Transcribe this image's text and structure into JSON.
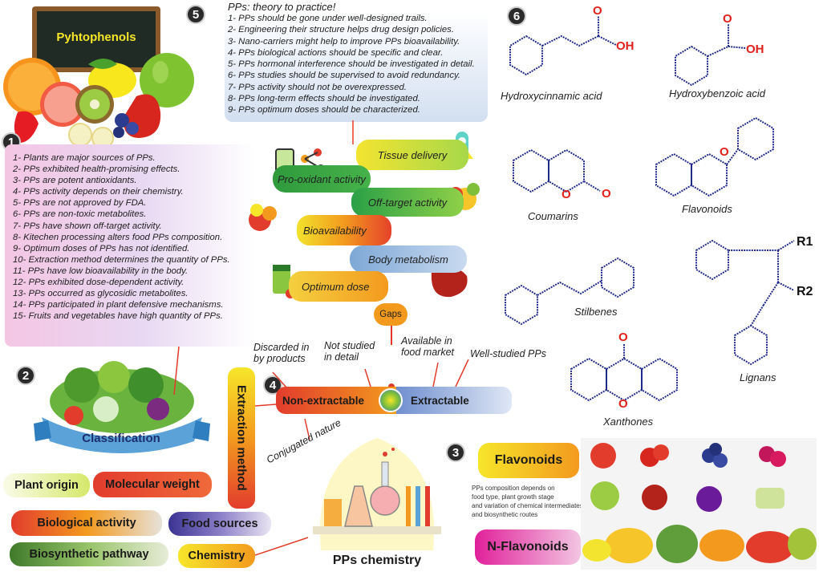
{
  "title": "Pyhtophenols",
  "section1": {
    "badge": "1",
    "items": [
      "1- Plants are major sources of PPs.",
      "2- PPs exhibited health-promising effects.",
      "3- PPs are potent antioxidants.",
      "4- PPs activity depends on their chemistry.",
      "5- PPs are not approved by FDA.",
      "6- PPs are non-toxic metabolites.",
      "7- PPs have shown off-target activity.",
      "8- Kitechen processing alters food PPs composition.",
      "9- Optimum doses of PPs has not identified.",
      "10- Extraction method determines the quantity of PPs.",
      "11- PPs have low bioavailability in the body.",
      "12- PPs exhibited dose-dependent activity.",
      "13- PPs occurred as glycosidic metabolites.",
      "14- PPs participated in plant defensive mechanisms.",
      "15- Fruits and vegetables have high quantity of PPs."
    ]
  },
  "section5": {
    "badge": "5",
    "heading": "PPs: theory to practice!",
    "items": [
      "1- PPs should be gone under well-designed trails.",
      "2- Engineering their structure helps drug design policies.",
      "3- Nano-carriers might help to improve PPs bioavailability.",
      "4- PPs biological actions should be specific and clear.",
      "5- PPs hormonal interference should be investigated in detail.",
      "6- PPs studies should be supervised to avoid redundancy.",
      "7- PPs activity should not be overexpressed.",
      "8- PPs long-term effects should be investigated.",
      "9- PPs optimum doses should be characterized."
    ]
  },
  "gaps": {
    "tissue_delivery": "Tissue delivery",
    "pro_oxidant": "Pro-oxidant activity",
    "off_target": "Off-target activity",
    "bioavailability": "Bioavailability",
    "body_metabolism": "Body metabolism",
    "optimum_dose": "Optimum dose",
    "gaps": "Gaps"
  },
  "section2": {
    "badge": "2",
    "label": "Classification",
    "tags": {
      "plant_origin": "Plant origin",
      "molecular_weight": "Molecular weight",
      "biological_activity": "Biological activity",
      "food_sources": "Food sources",
      "biosynthetic_pathway": "Biosynthetic pathway",
      "chemistry": "Chemistry"
    }
  },
  "section4": {
    "badge": "4",
    "extraction_method": "Extraction method",
    "non_extractable": "Non-extractable",
    "extractable": "Extractable",
    "discarded": [
      "Discarded in",
      "by products"
    ],
    "not_studied": [
      "Not studied",
      "in detail"
    ],
    "available": [
      "Available in",
      "food market"
    ],
    "well_studied": "Well-studied PPs",
    "conjugated": "Conjugated nature",
    "pps_chemistry": "PPs chemistry"
  },
  "section3": {
    "badge": "3",
    "flavonoids": "Flavonoids",
    "n_flavonoids": "N-Flavonoids",
    "note": [
      "PPs composition depends on",
      "food type, plant growth stage",
      "and variation of chemical intermediates",
      "and biosynthetic routes"
    ]
  },
  "section6": {
    "badge": "6",
    "compounds": {
      "hydroxycinnamic": "Hydroxycinnamic acid",
      "hydroxybenzoic": "Hydroxybenzoic acid",
      "coumarins": "Coumarins",
      "flavonoids": "Flavonoids",
      "stilbenes": "Stilbenes",
      "lignans": "Lignans",
      "xanthones": "Xanthones"
    },
    "atoms": {
      "oh": "OH",
      "o": "O",
      "r1": "R1",
      "r2": "R2"
    }
  },
  "colors": {
    "ring_blue": "#1f2a8a",
    "heteroatom_red": "#e0201b",
    "green": "#2e9d3a",
    "yellow": "#f6e62a",
    "orange": "#f39a1e",
    "red": "#e23c2d"
  }
}
